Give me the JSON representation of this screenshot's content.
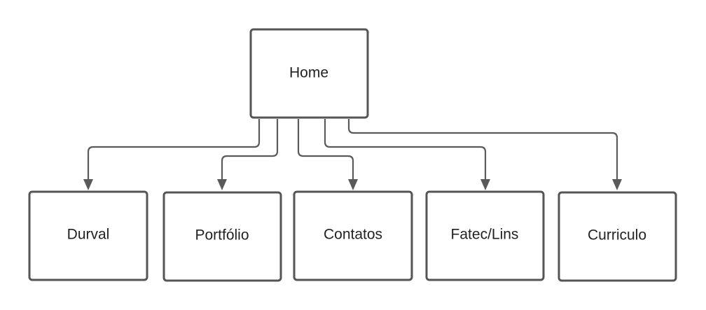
{
  "diagram": {
    "root": {
      "label": "Home"
    },
    "children": [
      {
        "label": "Durval"
      },
      {
        "label": "Portfólio"
      },
      {
        "label": "Contatos"
      },
      {
        "label": "Fatec/Lins"
      },
      {
        "label": "Curriculo"
      }
    ]
  }
}
